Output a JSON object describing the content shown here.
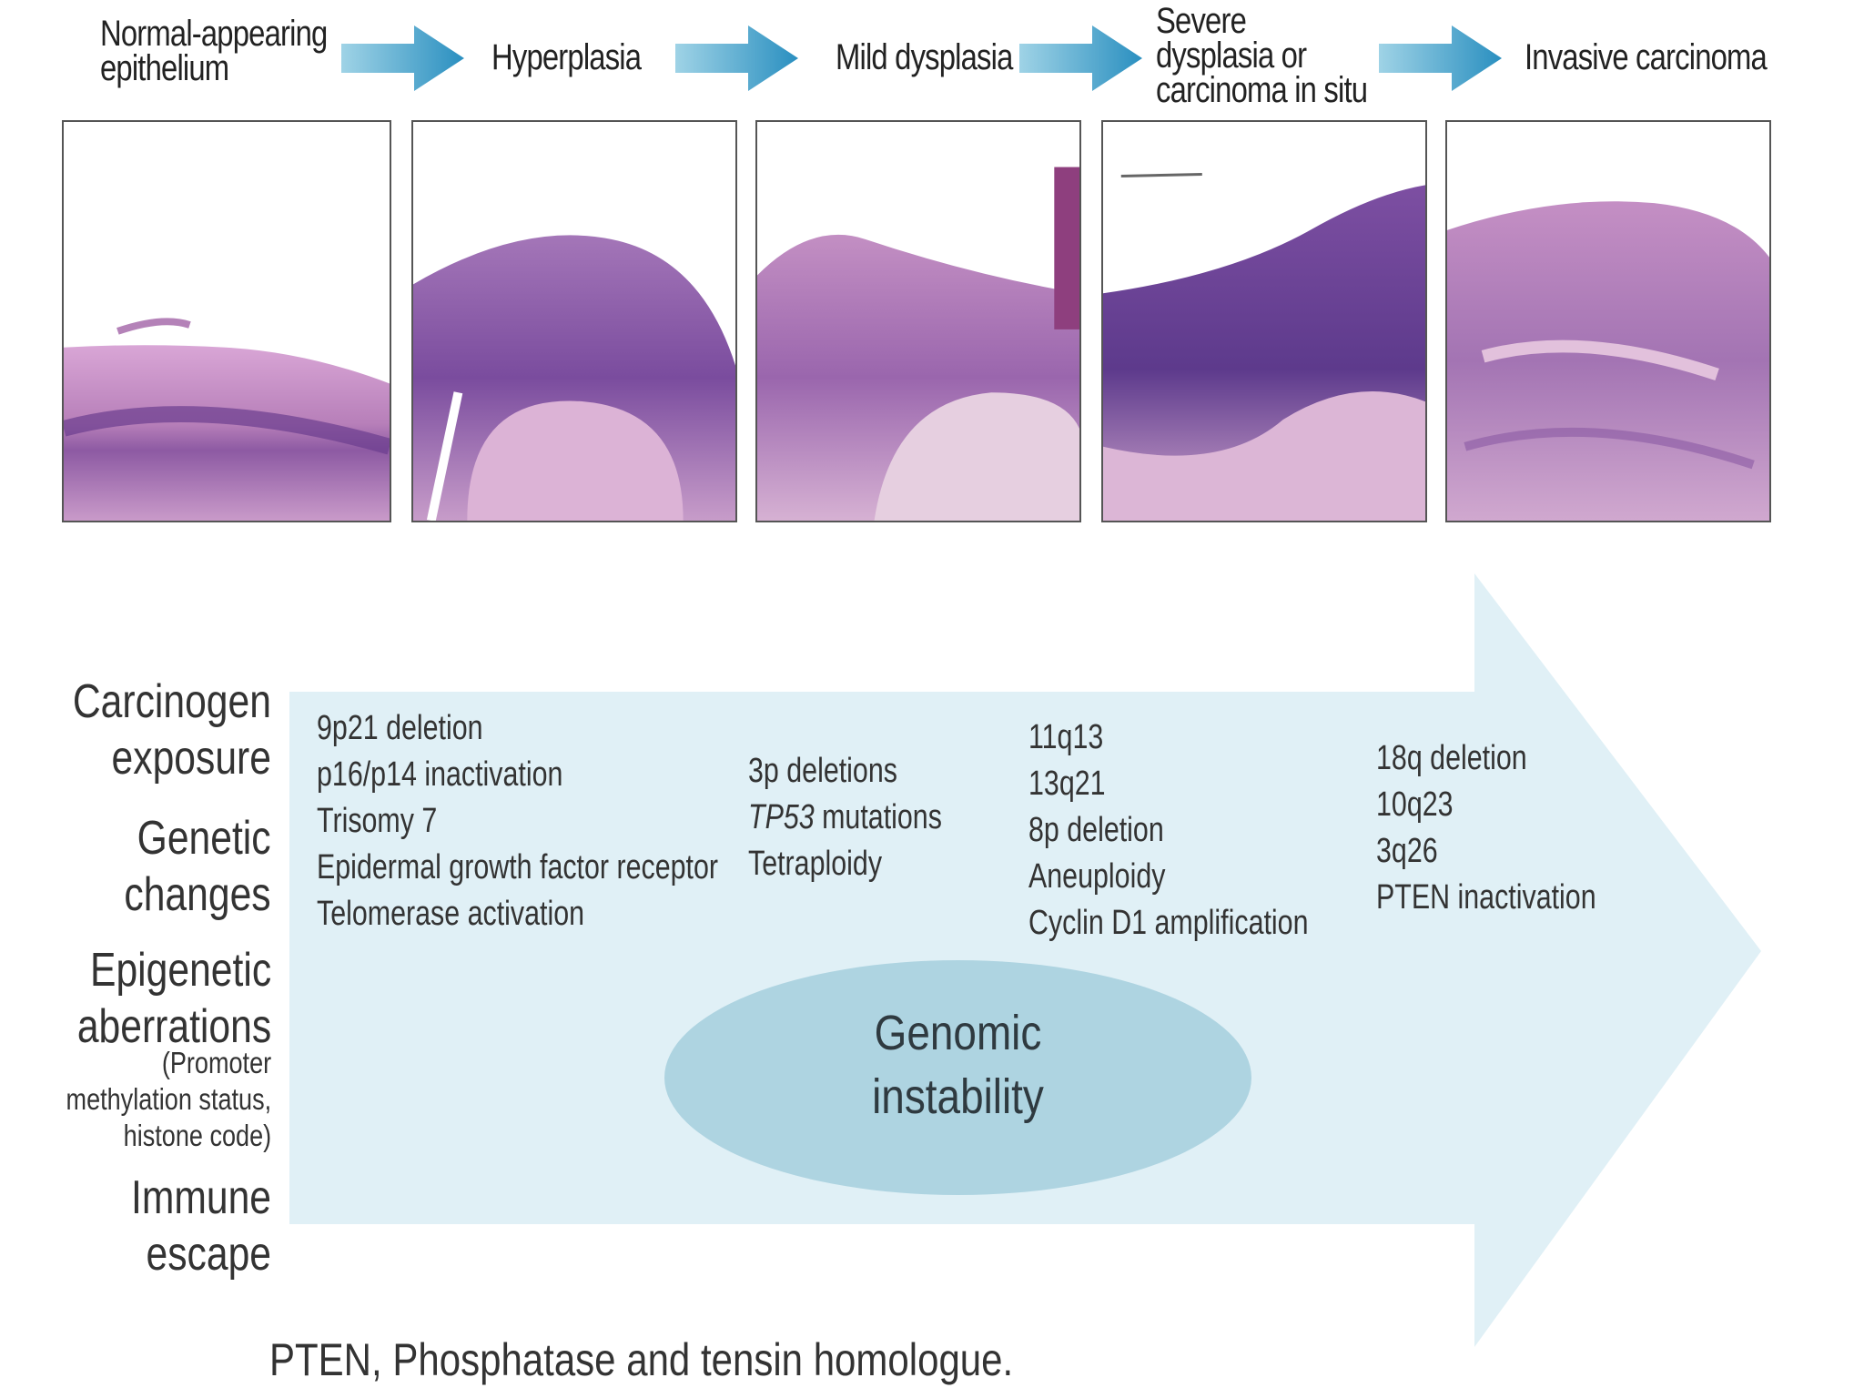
{
  "stages": [
    {
      "label": "Normal-appearing\nepithelium"
    },
    {
      "label": "Hyperplasia"
    },
    {
      "label": "Mild dysplasia"
    },
    {
      "label": "Severe\ndysplasia or\ncarcinoma in situ"
    },
    {
      "label": "Invasive carcinoma"
    }
  ],
  "factors": {
    "carcinogen": "Carcinogen\nexposure",
    "genetic": "Genetic\nchanges",
    "epigenetic": "Epigenetic\naberrations",
    "epigenetic_note": "(Promoter\nmethylation status,\nhistone code)",
    "immune": "Immune escape"
  },
  "changes": {
    "col1": [
      "9p21 deletion",
      "p16/p14 inactivation",
      "Trisomy 7",
      "Epidermal growth factor receptor",
      "Telomerase activation"
    ],
    "col2": {
      "line1": "3p deletions",
      "line2_italic": "TP53",
      "line2_rest": " mutations",
      "line3": "Tetraploidy"
    },
    "col3": [
      "11q13",
      "13q21",
      "8p deletion",
      "Aneuploidy",
      "Cyclin D1 amplification"
    ],
    "col4": [
      "18q deletion",
      "10q23",
      "3q26",
      "PTEN inactivation"
    ]
  },
  "center_label": "Genomic\ninstability",
  "footnote": "PTEN, Phosphatase and tensin homologue.",
  "colors": {
    "arrow_light": "#e0f0f6",
    "stage_arrow_start": "#7cc3dc",
    "stage_arrow_end": "#2a8fc0",
    "ellipse": "#aed4e1",
    "tissue_pink": "#d8a8d3",
    "tissue_purple": "#7a4c9e"
  }
}
